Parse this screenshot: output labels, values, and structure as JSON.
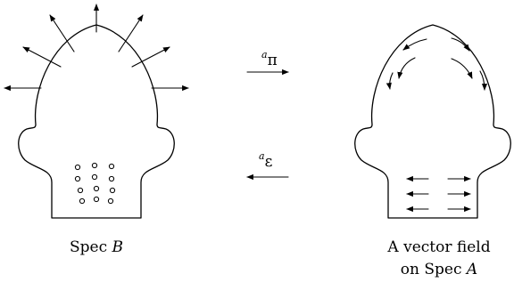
{
  "left_head": {
    "label": "Spec",
    "label_var": "B"
  },
  "right_head": {
    "label_line1": "A vector field",
    "label_line2": "on Spec",
    "label_line2_var": "A"
  },
  "map_forward": {
    "superscript": "a",
    "symbol": "π"
  },
  "map_backward": {
    "superscript": "a",
    "symbol": "ε"
  }
}
